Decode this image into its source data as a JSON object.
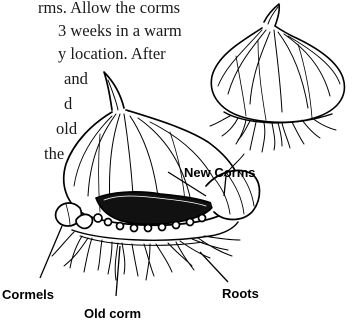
{
  "text_lines": [
    "rms. Allow the corms",
    "3 weeks in a warm",
    "y location. After",
    "and",
    "d",
    "old",
    "the"
  ],
  "labels": {
    "new_corms": "New Corms",
    "cormels": "Cormels",
    "old_corm": "Old corm",
    "roots": "Roots"
  },
  "colors": {
    "ink": "#000000",
    "text": "#1a1a1a"
  }
}
